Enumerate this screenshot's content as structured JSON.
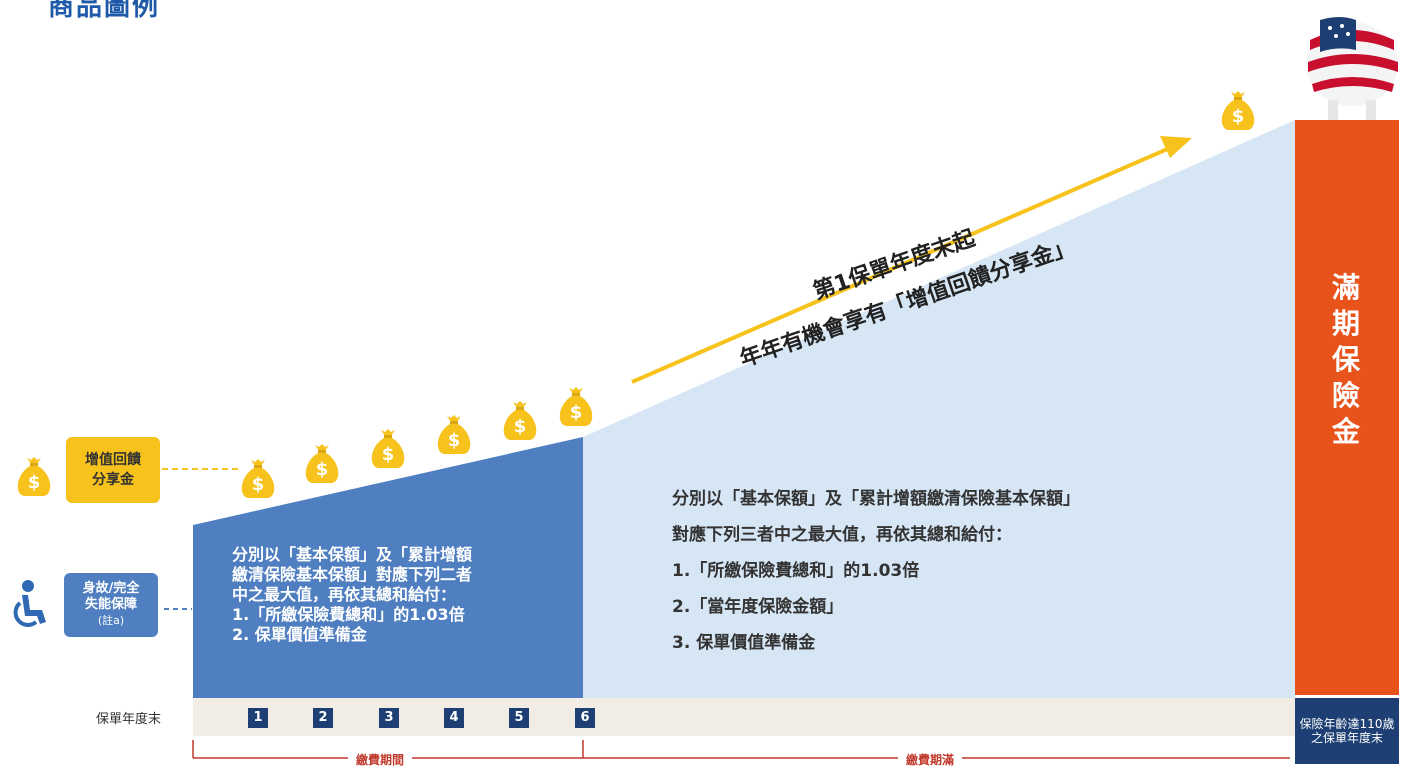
{
  "title": "商品圖例",
  "bonus_label": [
    "增值回饋",
    "分享金"
  ],
  "death_label": {
    "line1": "身故/完全",
    "line2": "失能保障",
    "note": "(註a)"
  },
  "banner": {
    "line1": "第1保單年度末起",
    "line2": "年年有機會享有「增值回饋分享金」"
  },
  "blue_area_text": [
    "分別以「基本保額」及「累計增額",
    "繳清保險基本保額」對應下列二者",
    "中之最大值，再依其總和給付：",
    "1.「所繳保險費總和」的1.03倍",
    "2. 保單價值準備金"
  ],
  "light_area_text": [
    "分別以「基本保額」及「累計增額繳清保險基本保額」",
    "對應下列三者中之最大值，再依其總和給付：",
    "1.「所繳保險費總和」的1.03倍",
    "2.「當年度保險金額」",
    "3. 保單價值準備金"
  ],
  "maturity_label": [
    "滿",
    "期",
    "保",
    "險",
    "金"
  ],
  "timeline": {
    "label": "保單年度末",
    "years": [
      "1",
      "2",
      "3",
      "4",
      "5",
      "6"
    ],
    "end_label": "保險年齡達110歲之保單年度末"
  },
  "periods": {
    "paying": "繳費期間",
    "paid_up": "繳費期滿"
  },
  "colors": {
    "blue": "#4f7fc0",
    "light_blue": "#d6e6f5",
    "orange": "#e8531c",
    "gold": "#f6c21b",
    "navy": "#1e3f73",
    "red": "#c0392b"
  },
  "icons": [
    "money-bag-icon",
    "wheelchair-icon",
    "piggy-bank-icon",
    "arrow-icon"
  ]
}
